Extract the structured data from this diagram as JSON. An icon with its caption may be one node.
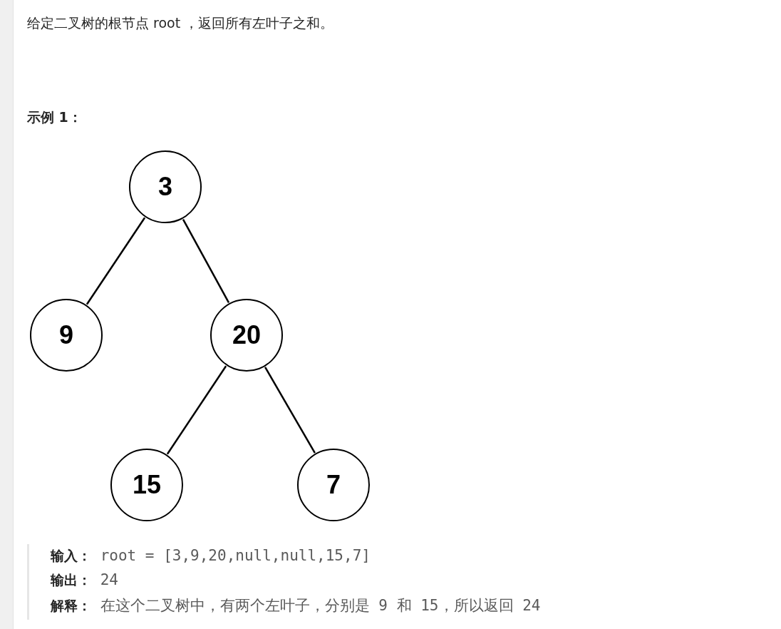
{
  "diagram": {
    "title": "给定二叉树的根节点 root ，返回所有左叶子之和。",
    "nodes": [
      {
        "text": [
          "3"
        ]
      },
      {
        "text": [
          "9"
        ]
      },
      {
        "text": [
          "20"
        ]
      },
      {
        "text": [
          "15"
        ]
      },
      {
        "text": [
          "7"
        ]
      }
    ],
    "edges": [
      {
        "from": 0,
        "to": 1,
        "arrow": "none"
      },
      {
        "from": 0,
        "to": 2,
        "arrow": "none"
      },
      {
        "from": 2,
        "to": 3,
        "arrow": "none"
      },
      {
        "from": 2,
        "to": 4,
        "arrow": "none"
      }
    ],
    "labels": [
      "示例 1：",
      "**输入：** root = [3,9,20,null,null,15,7]",
      "**输出：** 24",
      "**解释：** 在这个二叉树中，有两个左叶子，分别是  9  和  15，所以返回  24"
    ]
  }
}
